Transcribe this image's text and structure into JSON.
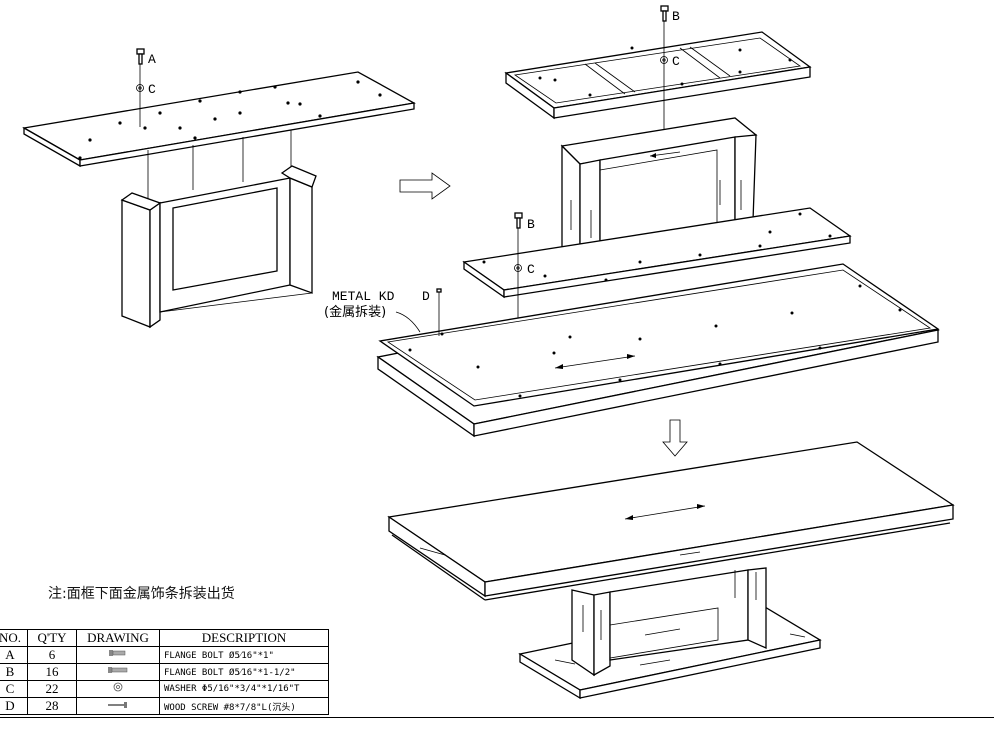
{
  "labels": {
    "A": "A",
    "B": "B",
    "C": "C",
    "D": "D",
    "metal_kd": "METAL KD",
    "metal_kd_cn": "(金属拆装)"
  },
  "note": "注:面框下面金属饰条拆装出货",
  "table": {
    "headers": [
      "NO.",
      "Q'TY",
      "DRAWING",
      "DESCRIPTION"
    ],
    "rows": [
      {
        "no": "A",
        "qty": "6",
        "drawing": "flange-bolt-icon",
        "desc": "FLANGE BOLT Ø5⁄16\"*1\""
      },
      {
        "no": "B",
        "qty": "16",
        "drawing": "flange-bolt-icon",
        "desc": "FLANGE BOLT Ø5⁄16\"*1-1/2\""
      },
      {
        "no": "C",
        "qty": "22",
        "drawing": "washer-icon",
        "desc": "WASHER Φ5/16\"*3/4\"*1/16\"T"
      },
      {
        "no": "D",
        "qty": "28",
        "drawing": "wood-screw-icon",
        "desc": "WOOD SCREW #8*7/8\"L(沉头)"
      }
    ]
  }
}
